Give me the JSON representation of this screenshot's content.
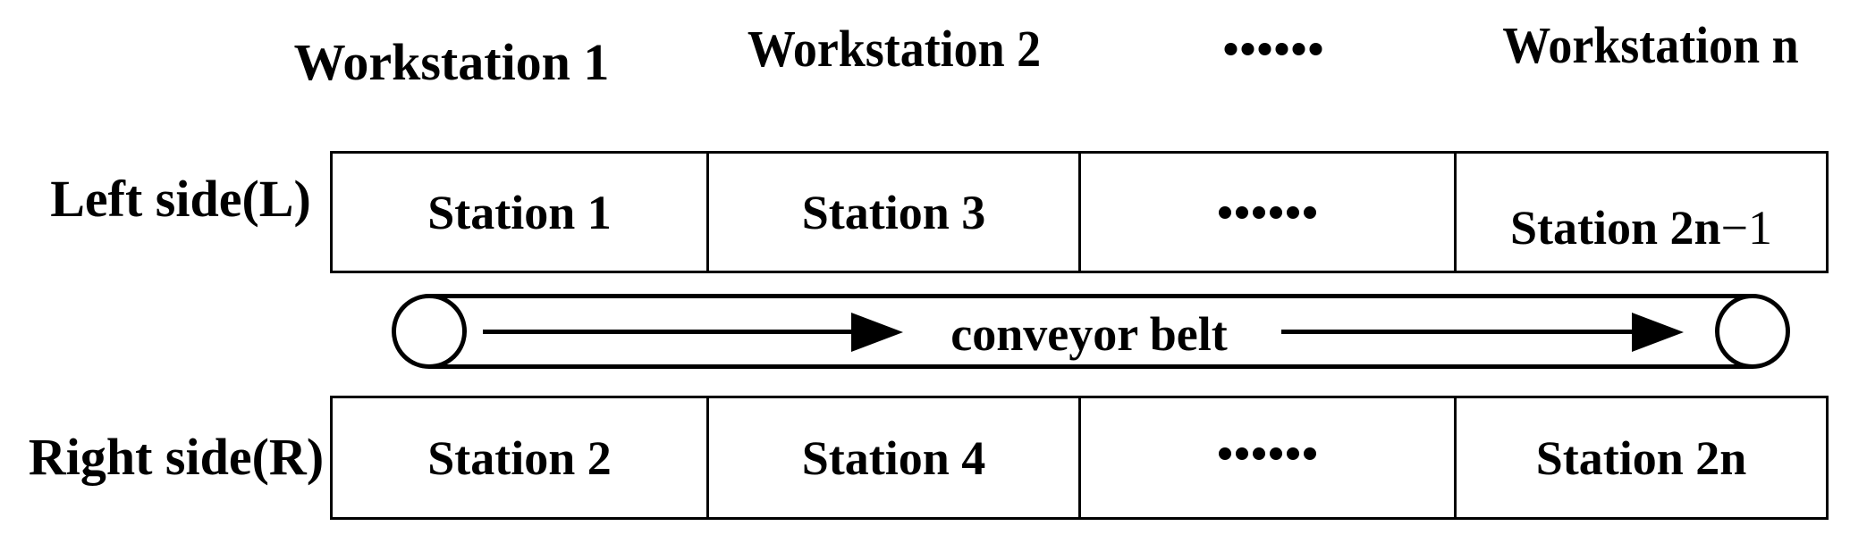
{
  "colors": {
    "ink": "#000000",
    "background": "#ffffff"
  },
  "workstation_row": {
    "workstation_1": "Workstation 1",
    "workstation_2": "Workstation 2",
    "ellipsis": "……",
    "workstation_n": "Workstation n"
  },
  "left_side_row": {
    "label": "Left side(L)",
    "station_1": "Station 1",
    "station_3": "Station 3",
    "ellipsis": "……",
    "station_2n_minus_1": {
      "main": "Station 2n",
      "suffix": "−1"
    }
  },
  "conveyor": {
    "label": "conveyor belt",
    "direction": "left-to-right"
  },
  "right_side_row": {
    "label": "Right side(R)",
    "station_2": "Station 2",
    "station_4": "Station 4",
    "ellipsis": "……",
    "station_2n": "Station 2n"
  }
}
